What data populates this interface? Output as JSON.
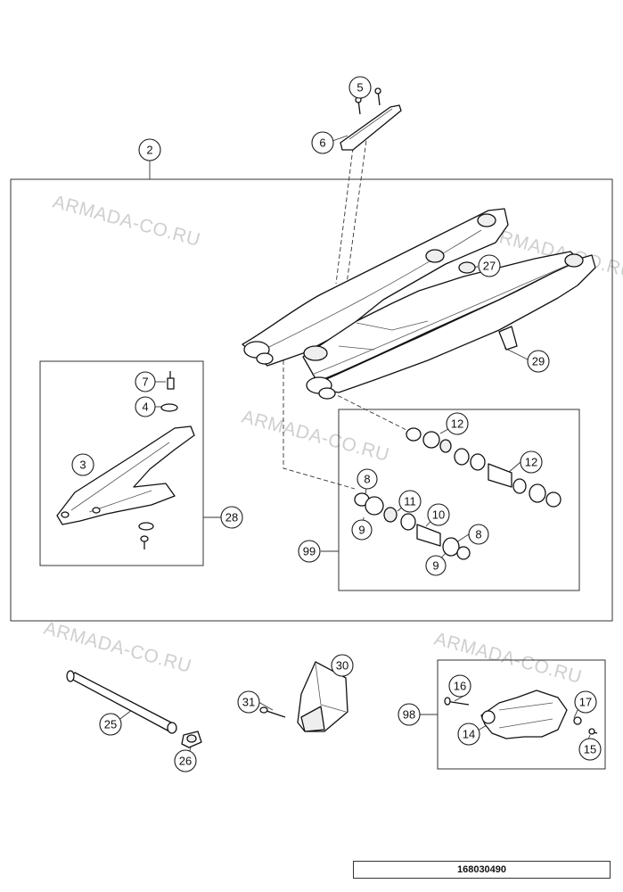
{
  "watermark": "ARMADA-CO.RU",
  "reference_number": "168030490",
  "callouts": {
    "c2": "2",
    "c3": "3",
    "c4": "4",
    "c5": "5",
    "c6": "6",
    "c7": "7",
    "c8a": "8",
    "c8b": "8",
    "c9a": "9",
    "c9b": "9",
    "c10": "10",
    "c11": "11",
    "c12a": "12",
    "c12b": "12",
    "c14": "14",
    "c15": "15",
    "c16": "16",
    "c17": "17",
    "c25": "25",
    "c26": "26",
    "c27": "27",
    "c28": "28",
    "c29": "29",
    "c30": "30",
    "c31": "31",
    "c98": "98",
    "c99": "99"
  }
}
